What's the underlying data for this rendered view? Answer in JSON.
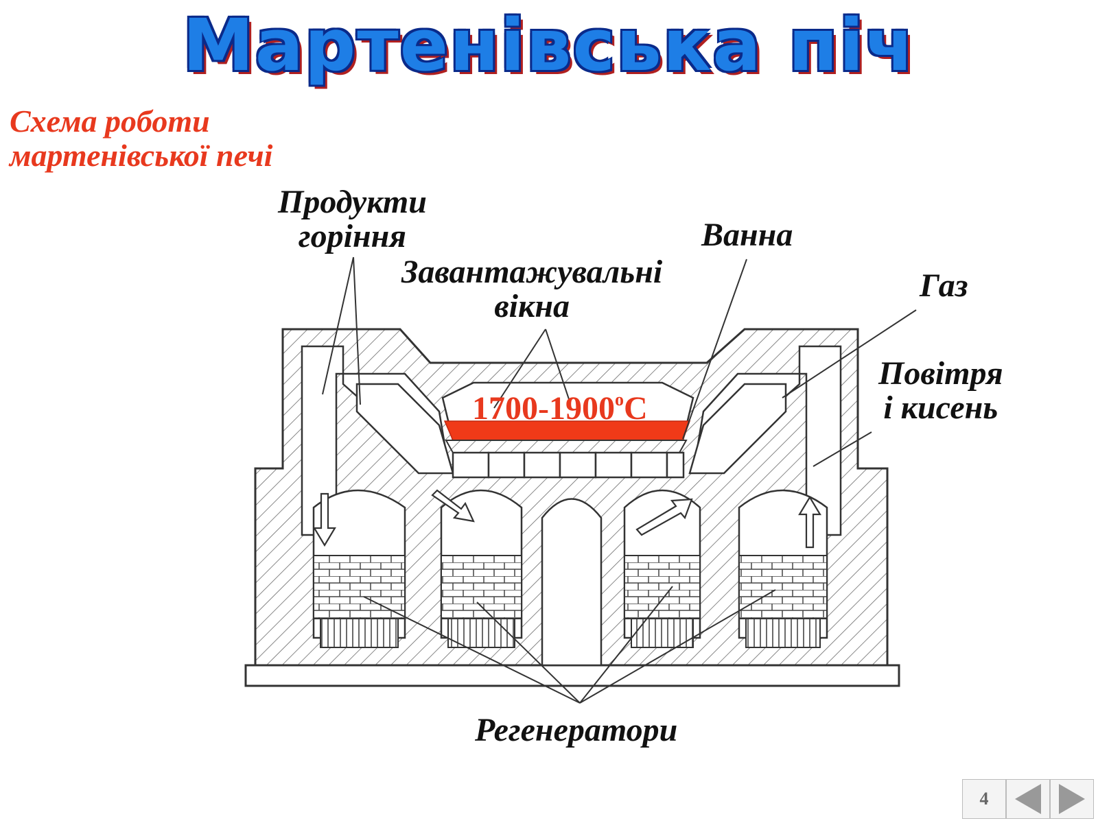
{
  "title": "Мартенівська піч",
  "subtitle": {
    "line1": "Схема роботи",
    "line2": "мартенівської печі"
  },
  "labels": {
    "combustion_products": {
      "line1": "Продукти",
      "line2": "горіння"
    },
    "loading_windows": {
      "line1": "Завантажувальні",
      "line2": "вікна"
    },
    "bath": "Ванна",
    "gas": "Газ",
    "air_oxygen": {
      "line1": "Повітря",
      "line2": "і кисень"
    },
    "regenerators": "Регенератори",
    "temperature": {
      "value": "1700-1900",
      "unit_sup": "o",
      "unit": "C"
    }
  },
  "colors": {
    "title": "#1e7ee6",
    "subtitle": "#e8391e",
    "melt": "#f03a18",
    "lines": "#333333"
  },
  "nav": {
    "page_number": "4",
    "prev_icon": "triangle-left-icon",
    "next_icon": "triangle-right-icon"
  }
}
